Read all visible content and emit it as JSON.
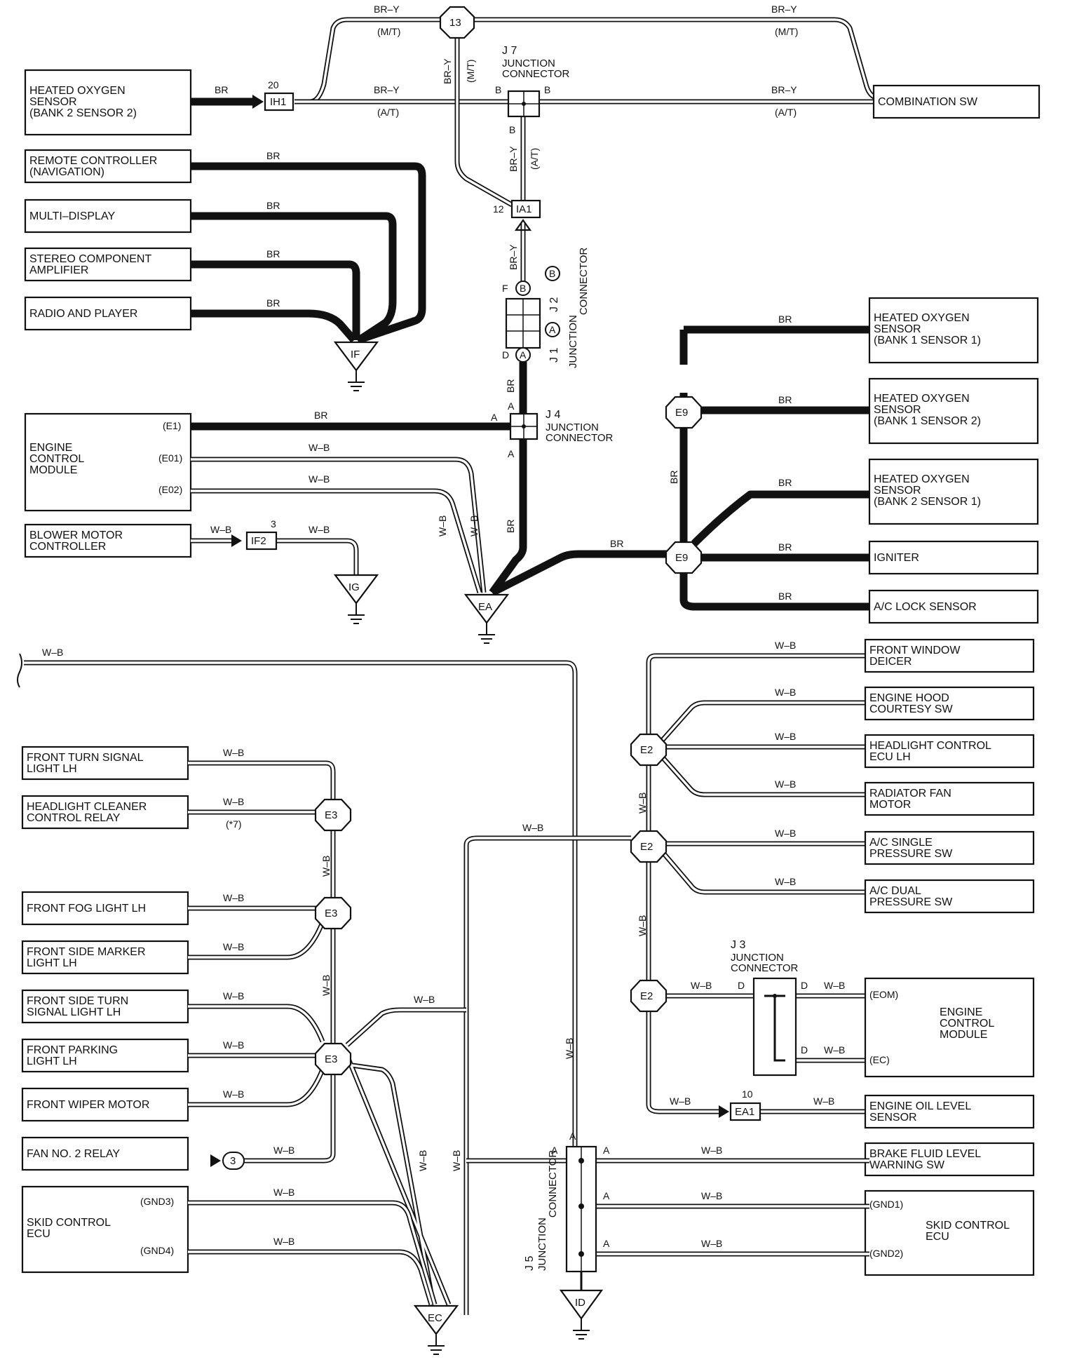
{
  "components": {
    "ho2_b2s2_top": "HEATED OXYGEN\nSENSOR\n(BANK 2 SENSOR 2)",
    "remote_controller": "REMOTE CONTROLLER\n(NAVIGATION)",
    "multi_display": "MULTI–DISPLAY",
    "stereo_amp": "STEREO COMPONENT\nAMPLIFIER",
    "radio_player": "RADIO AND PLAYER",
    "ecm_left": "ENGINE\nCONTROL\nMODULE",
    "blower_motor": "BLOWER MOTOR\nCONTROLLER",
    "combination_sw": "COMBINATION SW",
    "ho2_b1s1": "HEATED OXYGEN\nSENSOR\n(BANK 1 SENSOR 1)",
    "ho2_b1s2": "HEATED OXYGEN\nSENSOR\n(BANK 1 SENSOR 2)",
    "ho2_b2s1": "HEATED OXYGEN\nSENSOR\n(BANK 2 SENSOR 1)",
    "igniter": "IGNITER",
    "ac_lock": "A/C LOCK SENSOR",
    "front_window_deicer": "FRONT WINDOW\nDEICER",
    "hood_courtesy": "ENGINE HOOD\nCOURTESY SW",
    "headlight_ecu": "HEADLIGHT CONTROL\nECU LH",
    "radiator_fan": "RADIATOR FAN\nMOTOR",
    "ac_single": "A/C SINGLE\nPRESSURE SW",
    "ac_dual": "A/C DUAL\nPRESSURE SW",
    "ecm_right": "ENGINE\nCONTROL\nMODULE",
    "oil_level": "ENGINE OIL LEVEL\nSENSOR",
    "brake_fluid": "BRAKE FLUID LEVEL\nWARNING SW",
    "skid_ecu_right": "SKID CONTROL\nECU",
    "front_turn_lh": "FRONT TURN SIGNAL\nLIGHT LH",
    "headlight_cleaner": "HEADLIGHT CLEANER\nCONTROL RELAY",
    "front_fog_lh": "FRONT FOG LIGHT LH",
    "side_marker_lh": "FRONT SIDE MARKER\nLIGHT LH",
    "side_turn_lh": "FRONT SIDE TURN\nSIGNAL LIGHT LH",
    "parking_lh": "FRONT PARKING\nLIGHT LH",
    "wiper_motor": "FRONT WIPER MOTOR",
    "fan_no2": "FAN NO. 2 RELAY",
    "skid_ecu_left": "SKID CONTROL\nECU"
  },
  "pins": {
    "e1": "(E1)",
    "e01": "(E01)",
    "e02": "(E02)",
    "eom": "(EOM)",
    "ec": "(EC)",
    "gnd1": "(GND1)",
    "gnd2": "(GND2)",
    "gnd3": "(GND3)",
    "gnd4": "(GND4)"
  },
  "wires": {
    "br": "BR",
    "bry": "BR–Y",
    "wb": "W–B",
    "b": "B",
    "mt": "(M/T)",
    "at": "(A/T)",
    "note7": "(*7)"
  },
  "connectors": {
    "ih1": "IH1",
    "ih1_num": "20",
    "ia1": "IA1",
    "ia1_num": "12",
    "if2": "IF2",
    "if2_num": "3",
    "ea1": "EA1",
    "ea1_num": "10",
    "node13": "13",
    "fan_node": "3"
  },
  "nodes": {
    "e9": "E9",
    "e2": "E2",
    "e3": "E3"
  },
  "grounds": {
    "if": "IF",
    "ig": "IG",
    "ea": "EA",
    "ec": "EC",
    "id": "ID"
  },
  "junctions": {
    "j7_id": "J 7",
    "j7_label": "JUNCTION\nCONNECTOR",
    "j4_id": "J 4",
    "j4_label": "JUNCTION\nCONNECTOR",
    "j3_id": "J 3",
    "j3_label": "JUNCTION\nCONNECTOR",
    "j12_id": "J 1",
    "j12_id2": "J 2",
    "j12_label": "JUNCTION\nCONNECTOR",
    "j12_ca": "A",
    "j12_cb": "B",
    "j5_id": "J 5",
    "j5_label": "JUNCTION\nCONNECTOR",
    "pin_a": "A",
    "pin_b": "B",
    "pin_d": "D",
    "pin_f": "F"
  }
}
